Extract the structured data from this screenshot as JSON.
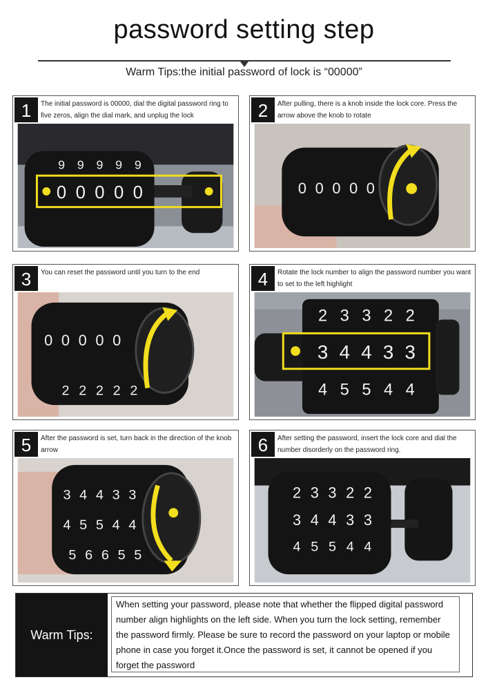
{
  "header": {
    "title": "password setting step",
    "tip": "Warm Tips:the initial password of  lock is “00000”"
  },
  "steps": [
    {
      "number": "1",
      "caption": "The initial password is 00000, dial the digital password ring to five zeros, align the dial mark, and unplug the lock"
    },
    {
      "number": "2",
      "caption": "After pulling, there is a knob inside the lock core. Press the arrow above the knob to rotate"
    },
    {
      "number": "3",
      "caption": "You can reset the password until you turn to the end"
    },
    {
      "number": "4",
      "caption": "Rotate the lock number to align the password number you want to set to the left highlight"
    },
    {
      "number": "5",
      "caption": "After the password is set, turn back in the direction of the knob arrow"
    },
    {
      "number": "6",
      "caption": "After setting the password, insert the lock core and dial the number disorderly on the password ring."
    }
  ],
  "dials": {
    "step1": {
      "top": [
        "9",
        "9",
        "9",
        "9",
        "9"
      ],
      "middle": [
        "0",
        "0",
        "0",
        "0",
        "0"
      ]
    },
    "step2": {
      "middle": [
        "0",
        "0",
        "0",
        "0",
        "0"
      ]
    },
    "step3": {
      "middle": [
        "0",
        "0",
        "0",
        "0",
        "0"
      ],
      "bottom": [
        "2",
        "2",
        "2",
        "2",
        "2"
      ]
    },
    "step4": {
      "top": [
        "2",
        "3",
        "3",
        "2",
        "2"
      ],
      "middle": [
        "3",
        "4",
        "4",
        "3",
        "3"
      ],
      "bottom": [
        "4",
        "5",
        "5",
        "4",
        "4"
      ]
    },
    "step5": {
      "top": [
        "3",
        "4",
        "4",
        "3",
        "3"
      ],
      "middle": [
        "4",
        "5",
        "5",
        "4",
        "4"
      ],
      "bottom": [
        "5",
        "6",
        "6",
        "5",
        "5"
      ]
    },
    "step6": {
      "top": [
        "2",
        "3",
        "3",
        "2",
        "2"
      ],
      "middle": [
        "3",
        "4",
        "4",
        "3",
        "3"
      ],
      "bottom": [
        "4",
        "5",
        "5",
        "4",
        "4"
      ]
    }
  },
  "colors": {
    "highlight": "#f2de1e",
    "dial": "#111111",
    "dial_text": "#f2f2f2",
    "skin": "#d9b4a6"
  },
  "warm_tips": {
    "label": "Warm Tips:",
    "text": "When setting your password, please note that whether the flipped digital password number align highlights on the left side. When you turn the lock setting, remember the password firmly. Please be sure to record the password on your laptop or mobile phone in case you forget it.Once the password is set, it cannot be opened if you forget the password"
  }
}
